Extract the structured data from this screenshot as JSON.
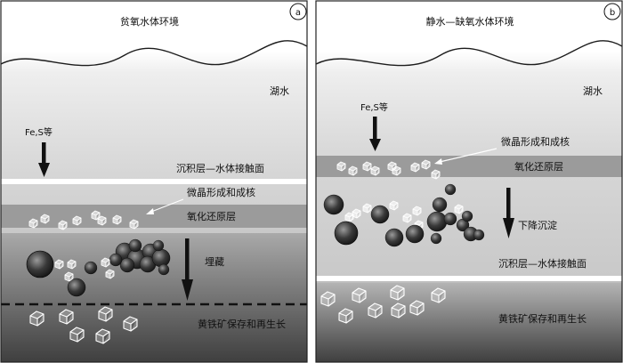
{
  "panel_a": {
    "tag": "a",
    "title": "贫氧水体环境",
    "water_label": "湖水",
    "input_label": "Fe,S等",
    "interface_label": "沉积层—水体接触面",
    "microcrystal_label": "微晶形成和成核",
    "redox_label": "氧化还原层",
    "burial_label": "埋藏",
    "preservation_label": "黄铁矿保存和再生长"
  },
  "panel_b": {
    "tag": "b",
    "title": "静水—缺氧水体环境",
    "water_label": "湖水",
    "input_label": "Fe,S等",
    "microcrystal_label": "微晶形成和成核",
    "redox_label": "氧化还原层",
    "settling_label": "下降沉淀",
    "interface_label": "沉积层—水体接触面",
    "preservation_label": "黄铁矿保存和再生长"
  },
  "colors": {
    "border": "#222222",
    "interface_band": "#ffffff",
    "redox_band": "#9b9b9b",
    "deep_sediment": "#4a4a4a"
  }
}
